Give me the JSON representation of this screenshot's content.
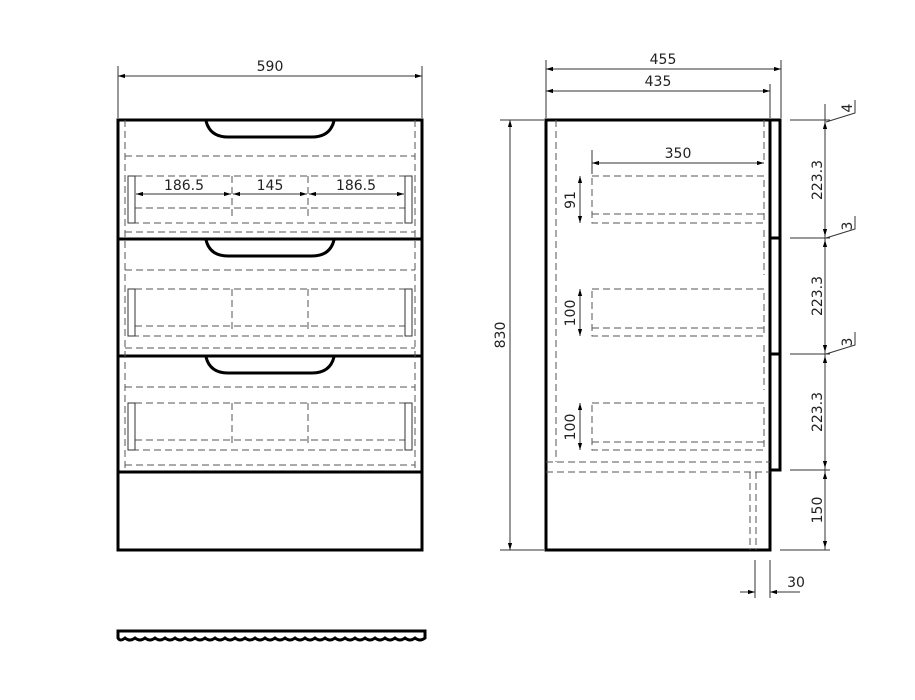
{
  "front_view": {
    "overall_width": "590",
    "drawer_spacing": [
      "186.5",
      "145",
      "186.5"
    ]
  },
  "side_view": {
    "overall_depth": "455",
    "body_depth": "435",
    "overall_height": "830",
    "drawer_box_depth": "350",
    "drawer_box_heights": [
      "91",
      "100",
      "100"
    ],
    "front_heights": [
      "223.3",
      "223.3",
      "223.3"
    ],
    "plinth_height": "150",
    "gaps": [
      "4",
      "3",
      "3"
    ],
    "plinth_setback": "30"
  }
}
